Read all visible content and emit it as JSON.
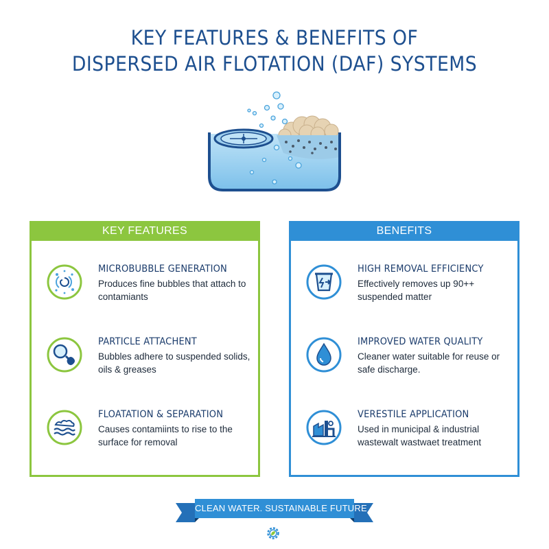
{
  "title": {
    "line1": "KEY FEATURES & BENEFITS OF",
    "line2": "DISPERSED AIR FLOTATION (DAF) SYSTEMS"
  },
  "illustration": {
    "icon": "daf-tank-icon"
  },
  "features": {
    "header": "KEY FEATURES",
    "color": "#8cc63f",
    "items": [
      {
        "title": "MICROBUBBLE GENERATION",
        "desc": "Produces fine bubbles that attach to contamiants",
        "icon": "microbubble-icon"
      },
      {
        "title": "PARTICLE ATTACHENT",
        "desc": "Bubbles adhere to suspended solids, oils & greases",
        "icon": "particle-attachment-icon"
      },
      {
        "title": "FLOATATION & SEPARATION",
        "desc": "Causes contamiints to rise to the surface for removal",
        "icon": "floatation-icon"
      }
    ]
  },
  "benefits": {
    "header": "BENEFITS",
    "color": "#2f8fd6",
    "items": [
      {
        "title": "HIGH REMOVAL EFFICIENCY",
        "desc": "Effectively removes up 90++ suspended matter",
        "icon": "removal-efficiency-icon"
      },
      {
        "title": "IMPROVED WATER QUALITY",
        "desc": "Cleaner water suitable for reuse or safe discharge.",
        "icon": "water-drop-icon"
      },
      {
        "title": "VERESTILE APPLICATION",
        "desc": "Used in municipal & industrial wastewalt wastwaet treatment",
        "icon": "industrial-plant-icon"
      }
    ]
  },
  "footer": {
    "ribbon": "CLEAN WATER. SUSTAINABLE FUTURE",
    "icon": "eco-gear-icon"
  }
}
